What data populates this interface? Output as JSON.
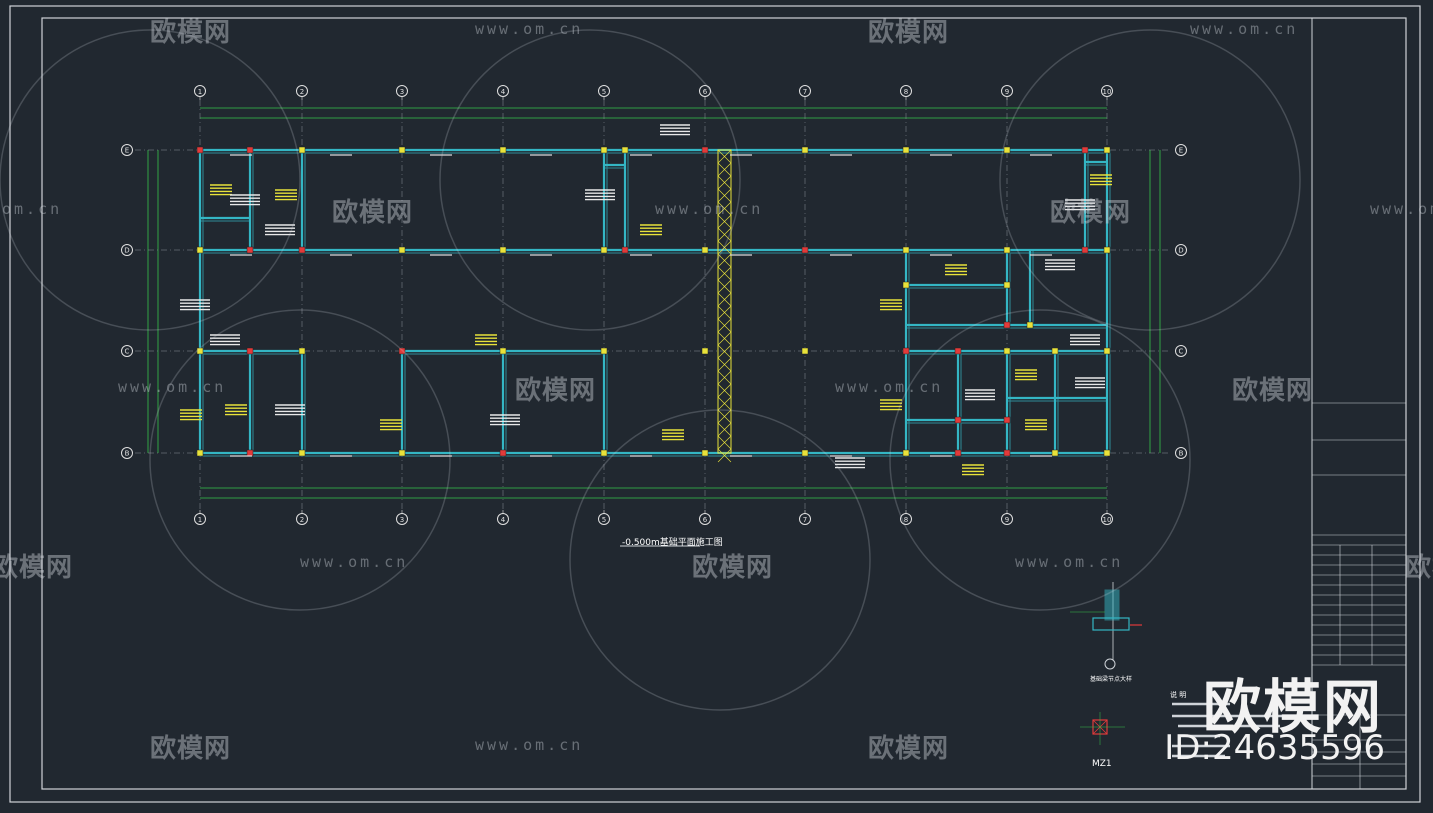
{
  "drawing": {
    "plan_title": "-0.500m基础平面施工图",
    "detail_title": "基础梁节点大样",
    "detail2_title": "MZ1",
    "notes_title": "说 明",
    "axes_numbers": [
      "1",
      "2",
      "3",
      "4",
      "5",
      "6",
      "7",
      "8",
      "9",
      "10"
    ],
    "axes_letters": [
      "E",
      "D",
      "C",
      "B"
    ]
  },
  "watermark": {
    "brand": "欧模网",
    "url": "www.om.cn",
    "url_partial": "om.cn",
    "big_brand": "欧模网",
    "id_label": "ID:24635596"
  },
  "colors": {
    "background": "#212830",
    "beam": "#34b6c4",
    "column": "#e8e23a",
    "column_red": "#e23a3a",
    "dimension": "#36c24a",
    "frame": "#d8d8d8",
    "hatch": "#e8e23a"
  }
}
